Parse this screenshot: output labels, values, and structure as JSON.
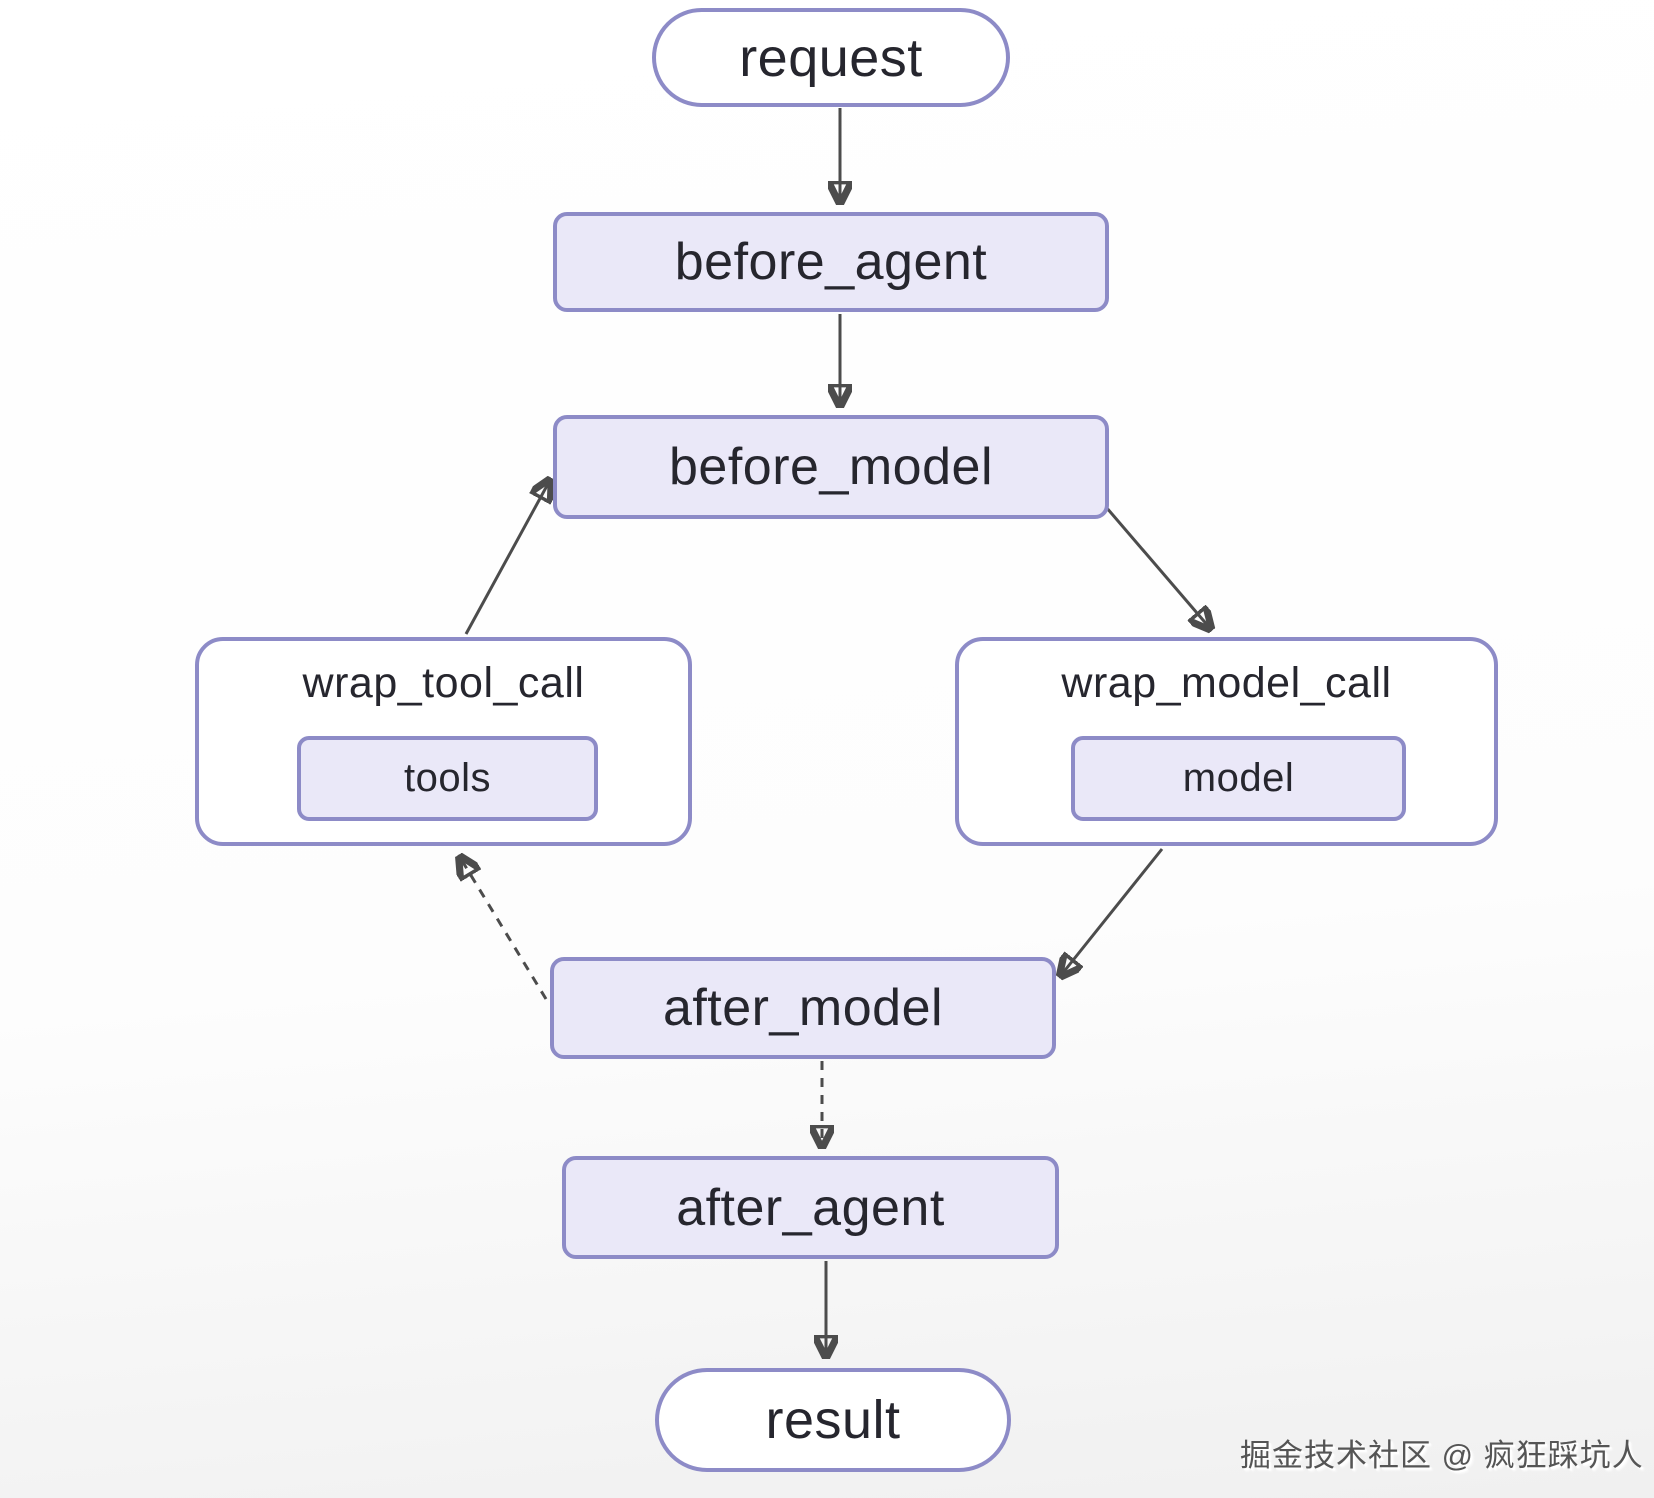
{
  "diagram": {
    "nodes": {
      "request": {
        "label": "request",
        "shape": "stadium"
      },
      "before_agent": {
        "label": "before_agent",
        "shape": "rounded"
      },
      "before_model": {
        "label": "before_model",
        "shape": "rounded"
      },
      "wrap_tool_call": {
        "label": "wrap_tool_call",
        "inner_label": "tools",
        "shape": "container"
      },
      "wrap_model_call": {
        "label": "wrap_model_call",
        "inner_label": "model",
        "shape": "container"
      },
      "after_model": {
        "label": "after_model",
        "shape": "rounded"
      },
      "after_agent": {
        "label": "after_agent",
        "shape": "rounded"
      },
      "result": {
        "label": "result",
        "shape": "stadium"
      }
    },
    "edges": [
      {
        "from": "request",
        "to": "before_agent",
        "style": "solid"
      },
      {
        "from": "before_agent",
        "to": "before_model",
        "style": "solid"
      },
      {
        "from": "wrap_tool_call",
        "to": "before_model",
        "style": "solid"
      },
      {
        "from": "before_model",
        "to": "wrap_model_call",
        "style": "solid"
      },
      {
        "from": "wrap_model_call",
        "to": "after_model",
        "style": "solid"
      },
      {
        "from": "after_model",
        "to": "wrap_tool_call",
        "style": "dashed"
      },
      {
        "from": "after_model",
        "to": "after_agent",
        "style": "dashed"
      },
      {
        "from": "after_agent",
        "to": "result",
        "style": "solid"
      }
    ],
    "colors": {
      "node_border": "#8d8bc7",
      "node_fill": "#eae8f8",
      "container_fill": "#ffffff",
      "arrow": "#4c4c4c",
      "text": "#26262e"
    }
  },
  "watermark": {
    "text": "掘金技术社区 @ 疯狂踩坑人"
  }
}
